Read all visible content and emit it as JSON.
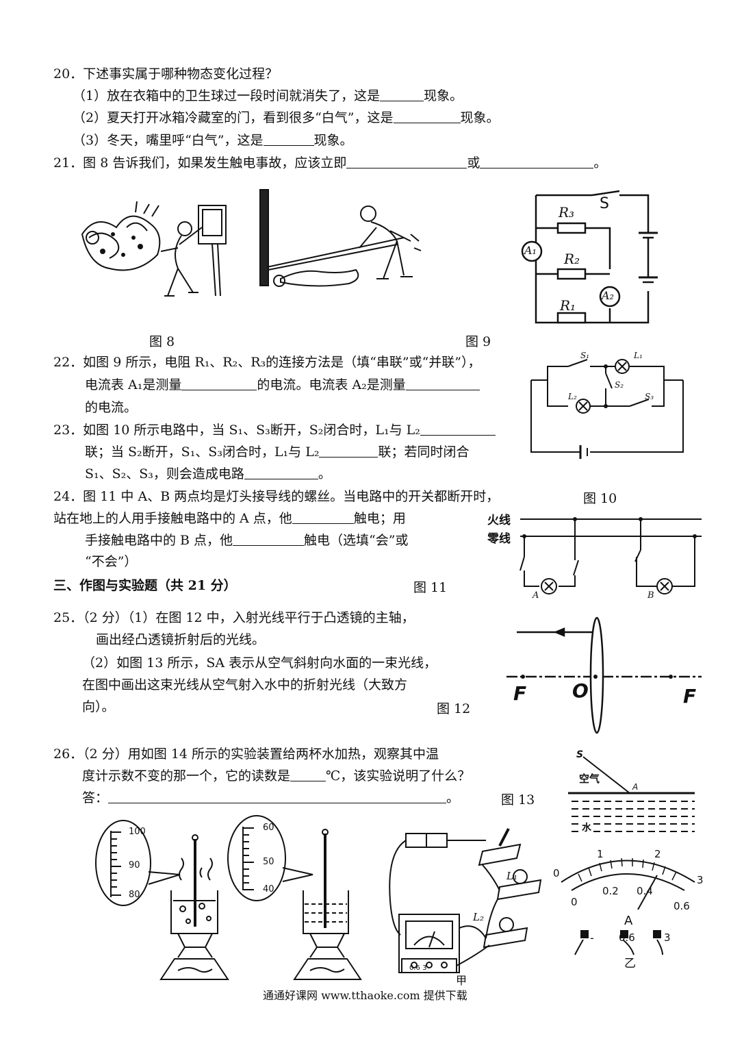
{
  "q20": {
    "stem": "20．下述事实属于哪种物态变化过程？",
    "p1_pre": "（1）放在衣箱中的卫生球过一段时间就消失了，这是",
    "p1_post": "现象。",
    "p2_pre": "（2）夏天打开冰箱冷藏室的门，看到很多“白气”，这是",
    "p2_post": "现象。",
    "p3_pre": "（3）冬天，嘴里呼“白气”，这是",
    "p3_post": "现象。"
  },
  "q21": {
    "pre": "21．图 8 告诉我们，如果发生触电事故，应该立即",
    "mid": "或",
    "post": "。"
  },
  "fig8": {
    "caption": "图 8"
  },
  "fig9": {
    "caption": "图 9",
    "S": "S",
    "R3": "R₃",
    "R2": "R₂",
    "R1": "R₁",
    "A1": "A₁",
    "A2": "A₂"
  },
  "q22": {
    "l1": "22．如图 9 所示，电阻 R₁、R₂、R₃的连接方法是（填“串联”或“并联”），",
    "l2_pre": "电流表 A₁是测量",
    "l2_mid": "的电流。电流表 A₂是测量",
    "l3": "的电流。"
  },
  "q23": {
    "l1_pre": "23．如图 10 所示电路中，当 S₁、S₃断开，S₂闭合时，L₁与 L₂",
    "l2_pre": "联；当 S₂断开，S₁、S₃闭合时，L₁与 L₂",
    "l2_post": "联；若同时闭合",
    "l3_pre": "S₁、S₂、S₃，则会造成电路",
    "l3_post": "。"
  },
  "fig10": {
    "caption": "图  10",
    "S1": "S₁",
    "S2": "S₂",
    "S3": "S₃",
    "L1": "L₁",
    "L2": "L₂"
  },
  "q24": {
    "l1": "24．图 11 中 A、B 两点均是灯头接导线的螺丝。当电路中的开关都断开时，",
    "l2_pre": "站在地上的人用手接触电路中的 A 点，他",
    "l2_post": "触电；用",
    "l3_pre": "手接触电路中的 B 点，他",
    "l3_post": "触电（选填“会”或",
    "l4": "“不会”）"
  },
  "fig11": {
    "caption": "图  11",
    "live": "火线",
    "neutral": "零线",
    "A": "A",
    "B": "B"
  },
  "section3": {
    "title": "三、作图与实验题（共 21 分）"
  },
  "q25": {
    "l1": "25．（2 分）（1）在图 12 中，入射光线平行于凸透镜的主轴，",
    "l2": "画出经凸透镜折射后的光线。",
    "l3": "（2）如图 13 所示，SA 表示从空气斜射向水面的一束光线，",
    "l4": "在图中画出这束光线从空气射入水中的折射光线（大致方",
    "l5": "向）。"
  },
  "fig12": {
    "caption": "图  12",
    "F1": "F",
    "O": "O",
    "F2": "F"
  },
  "q26": {
    "l1": "26．（2 分）用如图 14 所示的实验装置给两杯水加热，观察其中温",
    "l2_pre": "度计示数不变的那一个，它的读数是",
    "l2_post": "℃，该实验说明了什么？",
    "l3_pre": "答：",
    "l3_post": "。"
  },
  "fig13": {
    "caption": "图  13",
    "S": "S",
    "air": "空气",
    "A": "A",
    "water": "水"
  },
  "fig14": {
    "t1_top": "100",
    "t1_mid": "90",
    "t1_bot": "80",
    "t2_top": "60",
    "t2_mid": "50",
    "t2_bot": "40"
  },
  "circuit_jia": {
    "label": "甲",
    "L1": "L₁",
    "L2": "L₂",
    "meter_scale": "0.6 3"
  },
  "ammeter_yi": {
    "label": "乙",
    "unit": "A",
    "top0": "0",
    "top1": "1",
    "top2": "2",
    "top3": "3",
    "bot0": "0",
    "bot1": "0.2",
    "bot2": "0.4",
    "bot3": "0.6",
    "t_minus": "-",
    "t_06": "0.6",
    "t_3": "3"
  },
  "footer": {
    "text": "通通好课网  www.tthaoke.com  提供下载"
  }
}
